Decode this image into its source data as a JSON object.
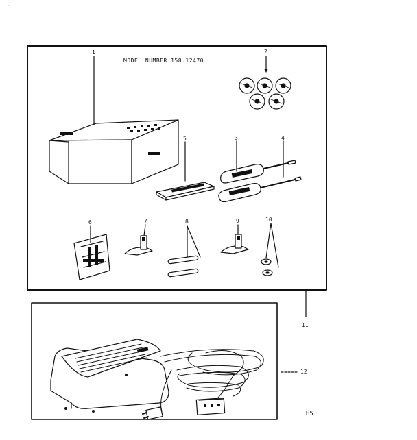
{
  "corner_mark": "'-",
  "model_label": "MODEL NUMBER 158.12470",
  "callouts": {
    "c1": "1",
    "c2": "2",
    "c3": "3",
    "c4": "4",
    "c5": "5",
    "c6": "6",
    "c7": "7",
    "c8": "8",
    "c9": "9",
    "c10": "10",
    "c11": "11",
    "c12": "12"
  },
  "page_code": "H5"
}
